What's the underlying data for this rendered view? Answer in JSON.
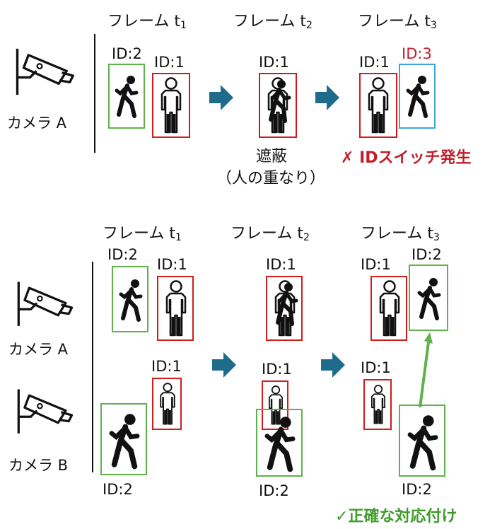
{
  "colors": {
    "red": "#d01c1c",
    "green": "#5fb24a",
    "blue": "#3aa6dc",
    "arrow": "#1f6b8c",
    "note_red": "#c0202a",
    "note_green": "#3f9b2c"
  },
  "frames": {
    "t1": "フレーム t",
    "t1_sub": "1",
    "t2": "フレーム t",
    "t2_sub": "2",
    "t3": "フレーム t",
    "t3_sub": "3"
  },
  "cameras": {
    "a": "カメラ A",
    "b": "カメラ B"
  },
  "ids": {
    "id1": "ID:1",
    "id2": "ID:2",
    "id3": "ID:3"
  },
  "top": {
    "occlusion": "遮蔽",
    "occlusion_sub": "（人の重なり）",
    "id_switch": "✗ IDスイッチ発生"
  },
  "bottom": {
    "correct": "✓正確な対応付け"
  },
  "icons": [
    "security-camera-icon",
    "walking-person-icon",
    "standing-person-icon",
    "right-arrow-icon"
  ]
}
